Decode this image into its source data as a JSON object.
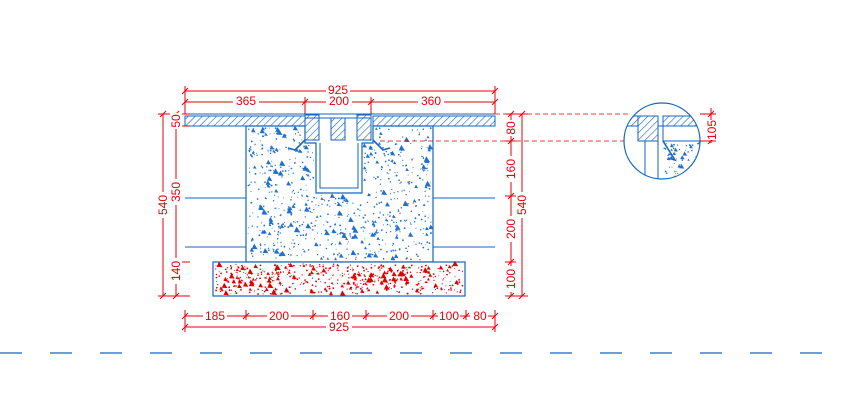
{
  "colors": {
    "background": "#ffffff",
    "dimension": "#e8000b",
    "outline": "#1565c0",
    "hatch": "#1565c0",
    "aggregate_blue": "#1e6fd0",
    "aggregate_red": "#e00000",
    "detail_outline": "#1565c0"
  },
  "top_dims": {
    "total": "925",
    "left": "365",
    "middle": "200",
    "right": "360"
  },
  "bottom_dims": {
    "total": "925",
    "seg1": "185",
    "seg2": "200",
    "seg3": "160",
    "seg4": "200",
    "seg5": "100",
    "seg6": "80"
  },
  "left_dims": {
    "total": "540",
    "top": "50",
    "middle": "350",
    "bottom": "140"
  },
  "right_dims": {
    "total": "540",
    "seg1": "80",
    "seg2": "160",
    "seg3": "200",
    "seg4": "100"
  },
  "detail_dims": {
    "height": "105"
  },
  "icons": {
    "detail_callout": "circle-detail-icon",
    "centerline": "dashed-centerline"
  }
}
